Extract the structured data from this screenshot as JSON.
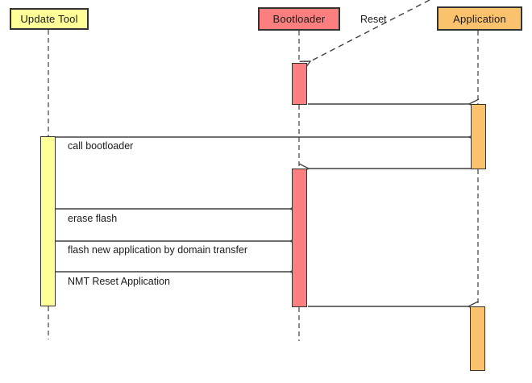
{
  "diagram": {
    "kind": "uml-sequence-diagram",
    "participants": [
      {
        "label": "Update Tool",
        "fill": "#ffff99"
      },
      {
        "label": "Bootloader",
        "fill": "#fb7f7f"
      },
      {
        "label": "Application",
        "fill": "#fbc26e"
      }
    ],
    "messages": [
      {
        "label": "Reset",
        "from": "external",
        "to": "Bootloader",
        "style": "dashed"
      },
      {
        "label": "",
        "from": "Bootloader",
        "to": "Application",
        "style": "solid"
      },
      {
        "label": "call bootloader",
        "from": "Update Tool",
        "to": "Application",
        "style": "solid"
      },
      {
        "label": "",
        "from": "Application",
        "to": "Bootloader",
        "style": "solid"
      },
      {
        "label": "erase flash",
        "from": "Update Tool",
        "to": "Bootloader",
        "style": "solid"
      },
      {
        "label": "flash new application by domain transfer",
        "from": "Update Tool",
        "to": "Bootloader",
        "style": "solid"
      },
      {
        "label": "NMT Reset Application",
        "from": "Update Tool",
        "to": "Bootloader",
        "style": "solid"
      },
      {
        "label": "",
        "from": "Bootloader",
        "to": "Application",
        "style": "solid"
      }
    ],
    "colors": {
      "update_tool_fill": "#ffff99",
      "bootloader_fill": "#fb7f7f",
      "application_fill": "#fbc26e",
      "border": "#333333",
      "line": "#404040",
      "text": "#1a1a1a",
      "background": "#ffffff"
    }
  }
}
